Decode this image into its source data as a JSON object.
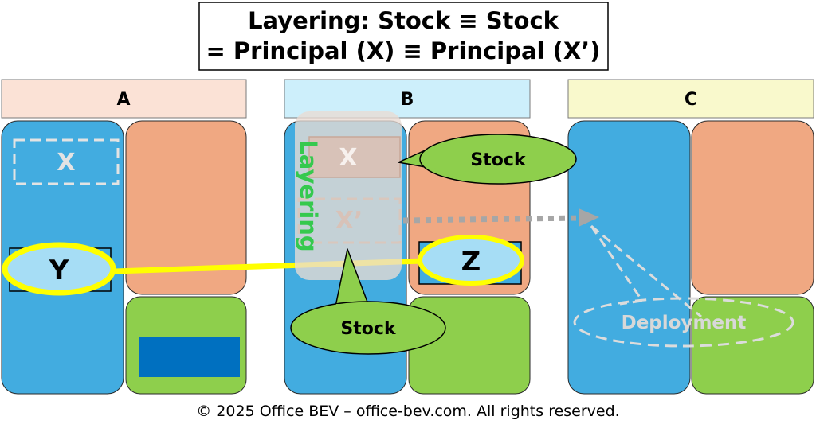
{
  "title": {
    "line1": "Layering: Stock ≡ Stock",
    "line2": "= Principal (X) ≡ Principal (X’)"
  },
  "sections": {
    "a": "A",
    "b": "B",
    "c": "C"
  },
  "labels": {
    "x_a": "X",
    "y": "Y",
    "x_b": "X",
    "x_prime": "X’",
    "z": "Z",
    "layering": "Layering",
    "stock_top": "Stock",
    "stock_bottom": "Stock",
    "deployment": "Deployment"
  },
  "footer": "© 2025 Office BEV – office-bev.com. All rights reserved.",
  "colors": {
    "blue": "#42ACE0",
    "salmon": "#F0A882",
    "green": "#8ECF4C",
    "dark_blue": "#0070C0",
    "highlight_yellow": "#FFFF00",
    "layering_text": "#35C94E",
    "header_a": "#FBE2D6",
    "header_b": "#CDEFFB",
    "header_c": "#F9F9CC"
  }
}
